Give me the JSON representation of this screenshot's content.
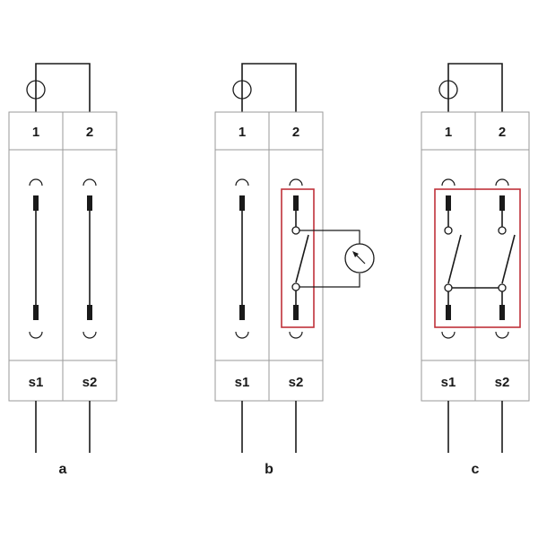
{
  "panels": [
    {
      "caption": "a",
      "top_labels": [
        "1",
        "2"
      ],
      "bottom_labels": [
        "s1",
        "s2"
      ]
    },
    {
      "caption": "b",
      "top_labels": [
        "1",
        "2"
      ],
      "bottom_labels": [
        "s1",
        "s2"
      ]
    },
    {
      "caption": "c",
      "top_labels": [
        "1",
        "2"
      ],
      "bottom_labels": [
        "s1",
        "s2"
      ]
    }
  ],
  "colors": {
    "highlight": "#c0313a",
    "line": "#1a1a1a",
    "frame": "#9a9a9a"
  }
}
